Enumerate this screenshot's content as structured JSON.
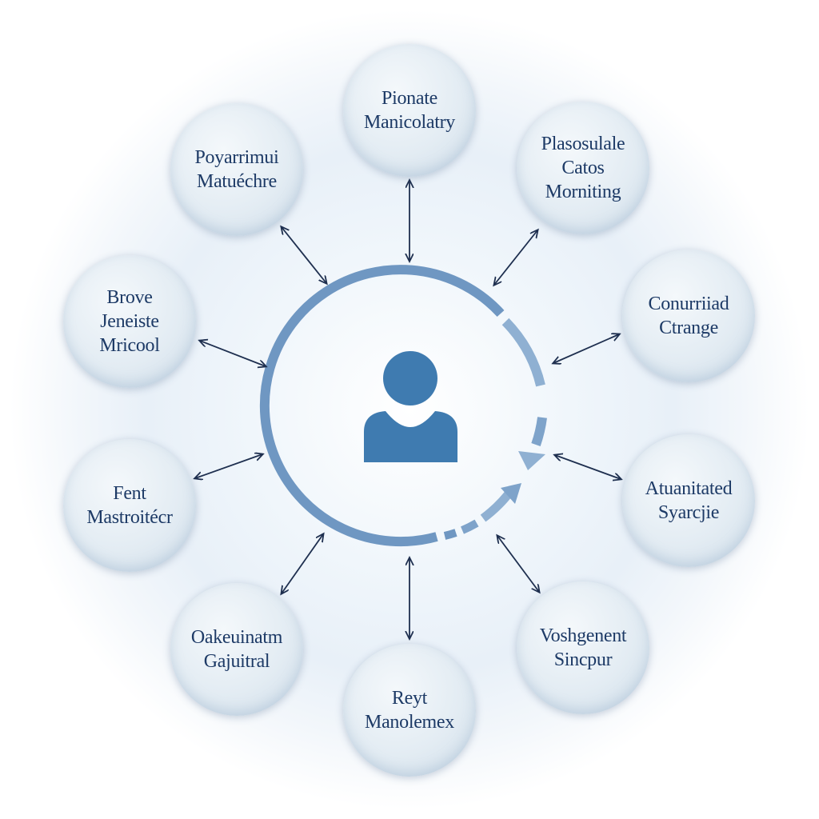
{
  "hub": {
    "icon": "user-icon",
    "ring_color": "#6f97c2",
    "icon_color": "#3f7bb0"
  },
  "colors": {
    "arrow": "#1e2f4f",
    "label": "#1d3a66"
  },
  "nodes": [
    {
      "id": "top",
      "lines": [
        "Pionate",
        "Manicolatry"
      ]
    },
    {
      "id": "top-right",
      "lines": [
        "Plasosulale",
        "Catos",
        "Morniting"
      ]
    },
    {
      "id": "right-upper",
      "lines": [
        "Conurriiad",
        "Ctrange"
      ]
    },
    {
      "id": "right-lower",
      "lines": [
        "Atuanitated",
        "Syarcjie"
      ]
    },
    {
      "id": "bottom-right",
      "lines": [
        "Voshgenent",
        "Sincpur"
      ]
    },
    {
      "id": "bottom",
      "lines": [
        "Reyt",
        "Manolemex"
      ]
    },
    {
      "id": "bottom-left",
      "lines": [
        "Oakeuinatm",
        "Gajuitral"
      ]
    },
    {
      "id": "left-lower",
      "lines": [
        "Fent",
        "Mastroitécr"
      ]
    },
    {
      "id": "left-upper",
      "lines": [
        "Brove",
        "Jeneiste",
        "Mricool"
      ]
    },
    {
      "id": "top-left",
      "lines": [
        "Poyarrimui",
        "Matuéchre"
      ]
    }
  ]
}
